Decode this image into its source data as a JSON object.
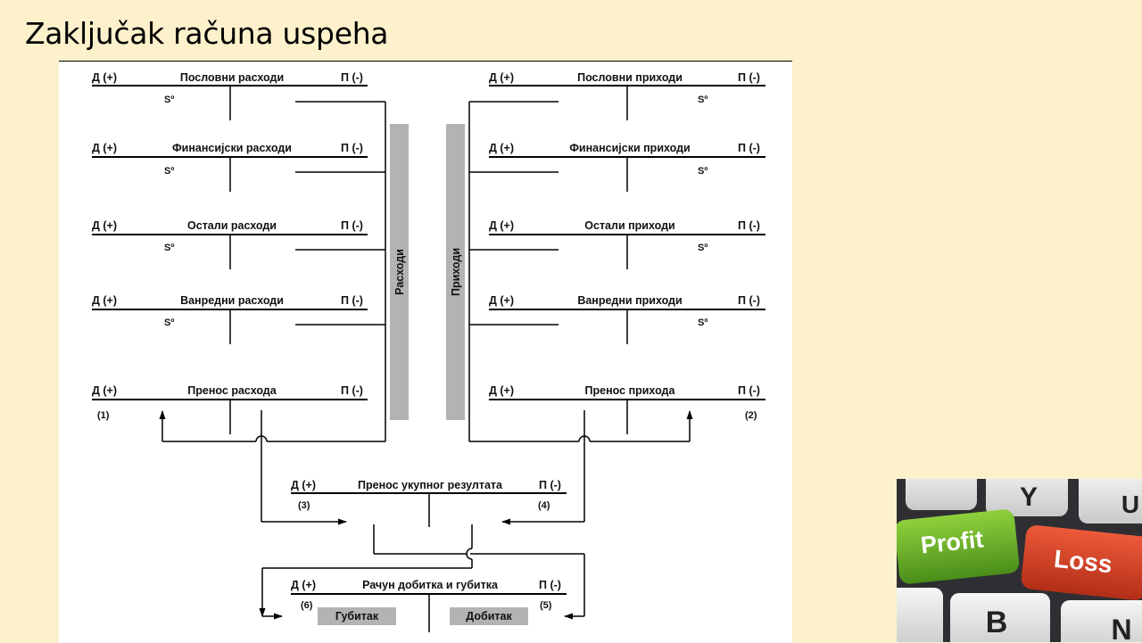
{
  "slide": {
    "title": "Zaključak računa uspeha"
  },
  "labels": {
    "debit": "Д (+)",
    "credit": "П (-)",
    "balance": "Sº"
  },
  "expense_accounts": [
    {
      "name": "Пословни расходи"
    },
    {
      "name": "Финансијски расходи"
    },
    {
      "name": "Остали расходи"
    },
    {
      "name": "Ванредни расходи"
    }
  ],
  "income_accounts": [
    {
      "name": "Пословни приходи"
    },
    {
      "name": "Финансијски приходи"
    },
    {
      "name": "Остали приходи"
    },
    {
      "name": "Ванредни приходи"
    }
  ],
  "bars": {
    "expenses": "Расходи",
    "income": "Приходи"
  },
  "transfer_expenses": {
    "name": "Пренос расхода",
    "note": "(1)"
  },
  "transfer_income": {
    "name": "Пренос прихода",
    "note": "(2)"
  },
  "total_result": {
    "name": "Пренос укупног резултата",
    "left_note": "(3)",
    "right_note": "(4)"
  },
  "profit_loss": {
    "name": "Рачун добитка и губитка",
    "left_note": "(6)",
    "right_note": "(5)",
    "loss_box": "Губитак",
    "profit_box": "Добитак"
  },
  "photo": {
    "key_profit": "Profit",
    "key_loss": "Loss",
    "key_y": "Y",
    "key_b": "B",
    "key_n": "N",
    "key_u": "U"
  },
  "colors": {
    "background": "#fdf1cc",
    "bar_gray": "#b3b3b3",
    "profit_key": "#6cb42c",
    "loss_key": "#d8432b"
  }
}
